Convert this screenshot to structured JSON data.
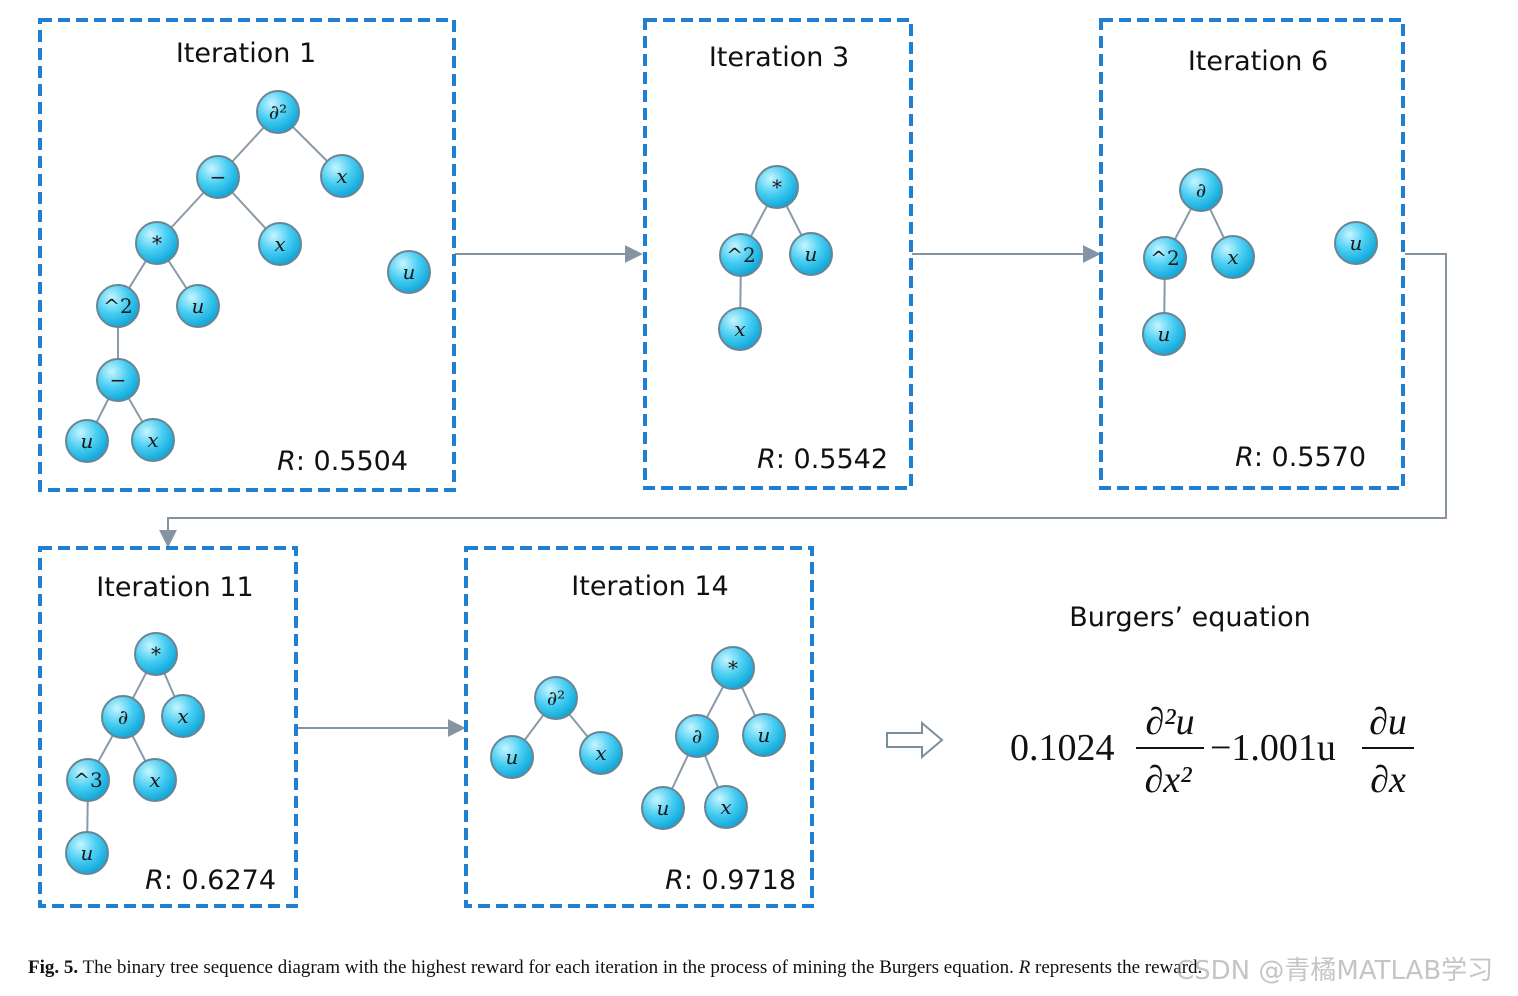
{
  "panels": [
    {
      "title": "Iteration 1",
      "reward": "0.5504",
      "nodes": [
        {
          "id": "a",
          "label": "∂²",
          "kind": "op"
        },
        {
          "id": "b",
          "label": "−",
          "kind": "op"
        },
        {
          "id": "c",
          "label": "x",
          "kind": "var"
        },
        {
          "id": "d",
          "label": "*",
          "kind": "op"
        },
        {
          "id": "e",
          "label": "x",
          "kind": "var"
        },
        {
          "id": "f",
          "label": "^2",
          "kind": "op"
        },
        {
          "id": "g",
          "label": "u",
          "kind": "var"
        },
        {
          "id": "h",
          "label": "−",
          "kind": "op"
        },
        {
          "id": "i",
          "label": "u",
          "kind": "var"
        },
        {
          "id": "j",
          "label": "x",
          "kind": "var"
        },
        {
          "id": "k",
          "label": "u",
          "kind": "var"
        }
      ],
      "edges": [
        [
          "a",
          "b"
        ],
        [
          "a",
          "c"
        ],
        [
          "b",
          "d"
        ],
        [
          "b",
          "e"
        ],
        [
          "d",
          "f"
        ],
        [
          "d",
          "g"
        ],
        [
          "f",
          "h"
        ],
        [
          "h",
          "i"
        ],
        [
          "h",
          "j"
        ]
      ]
    },
    {
      "title": "Iteration 3",
      "reward": "0.5542",
      "nodes": [
        {
          "id": "a",
          "label": "*",
          "kind": "op"
        },
        {
          "id": "b",
          "label": "^2",
          "kind": "op"
        },
        {
          "id": "c",
          "label": "u",
          "kind": "var"
        },
        {
          "id": "d",
          "label": "x",
          "kind": "var"
        }
      ],
      "edges": [
        [
          "a",
          "b"
        ],
        [
          "a",
          "c"
        ],
        [
          "b",
          "d"
        ]
      ]
    },
    {
      "title": "Iteration 6",
      "reward": "0.5570",
      "nodes": [
        {
          "id": "a",
          "label": "∂",
          "kind": "op"
        },
        {
          "id": "b",
          "label": "^2",
          "kind": "op"
        },
        {
          "id": "c",
          "label": "x",
          "kind": "var"
        },
        {
          "id": "d",
          "label": "u",
          "kind": "var"
        },
        {
          "id": "e",
          "label": "u",
          "kind": "var"
        }
      ],
      "edges": [
        [
          "a",
          "b"
        ],
        [
          "a",
          "c"
        ],
        [
          "b",
          "d"
        ]
      ]
    },
    {
      "title": "Iteration 11",
      "reward": "0.6274",
      "nodes": [
        {
          "id": "a",
          "label": "*",
          "kind": "op"
        },
        {
          "id": "b",
          "label": "∂",
          "kind": "op"
        },
        {
          "id": "c",
          "label": "x",
          "kind": "var"
        },
        {
          "id": "d",
          "label": "^3",
          "kind": "op"
        },
        {
          "id": "e",
          "label": "x",
          "kind": "var"
        },
        {
          "id": "f",
          "label": "u",
          "kind": "var"
        }
      ],
      "edges": [
        [
          "a",
          "b"
        ],
        [
          "a",
          "c"
        ],
        [
          "b",
          "d"
        ],
        [
          "b",
          "e"
        ],
        [
          "d",
          "f"
        ]
      ]
    },
    {
      "title": "Iteration 14",
      "reward": "0.9718",
      "nodes": [
        {
          "id": "a",
          "label": "∂²",
          "kind": "op"
        },
        {
          "id": "b",
          "label": "u",
          "kind": "var"
        },
        {
          "id": "c",
          "label": "x",
          "kind": "var"
        },
        {
          "id": "d",
          "label": "*",
          "kind": "op"
        },
        {
          "id": "e",
          "label": "∂",
          "kind": "op"
        },
        {
          "id": "f",
          "label": "u",
          "kind": "var"
        },
        {
          "id": "g",
          "label": "u",
          "kind": "var"
        },
        {
          "id": "h",
          "label": "x",
          "kind": "var"
        }
      ],
      "edges": [
        [
          "a",
          "b"
        ],
        [
          "a",
          "c"
        ],
        [
          "d",
          "e"
        ],
        [
          "d",
          "f"
        ],
        [
          "e",
          "g"
        ],
        [
          "e",
          "h"
        ]
      ]
    }
  ],
  "reward_prefix": "R",
  "reward_sep": ": ",
  "equation": {
    "title": "Burgers’ equation",
    "coef1": "0.1024",
    "frac1_num": "∂²u",
    "frac1_den": "∂x²",
    "middle": "−1.001u",
    "frac2_num": "∂u",
    "frac2_den": "∂x"
  },
  "caption": {
    "label": "Fig. 5.",
    "text_before": " The binary tree sequence diagram with the highest reward for each iteration in the process of mining the Burgers equation. ",
    "r_symbol": "R",
    "text_after": " represents the reward."
  },
  "watermark": "CSDN @青橘MATLAB学习",
  "colors": {
    "border": "#1f7fd1",
    "node_light": "#bff2ff",
    "node_dark": "#18b8e6",
    "arrow": "#8494a3"
  }
}
